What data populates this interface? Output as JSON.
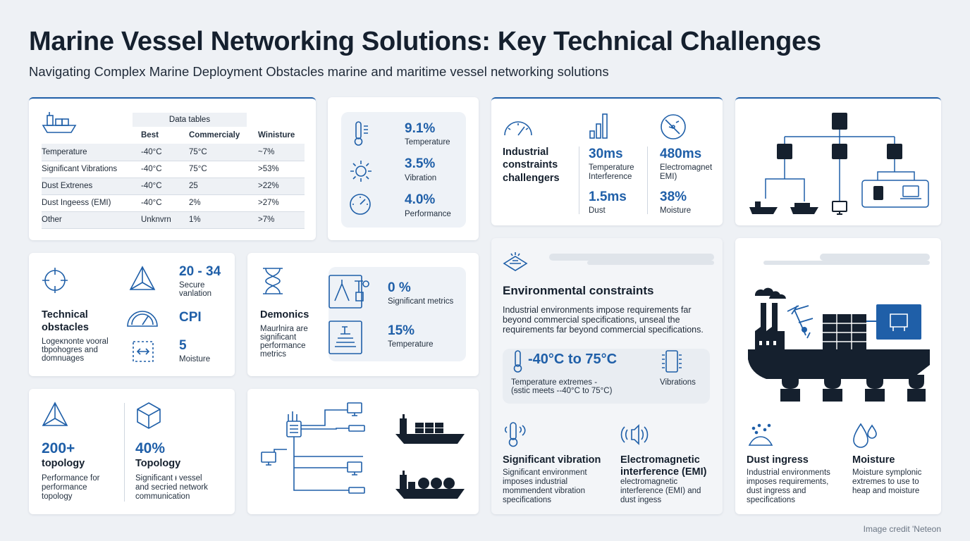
{
  "header": {
    "title": "Marine Vessel Networking Solutions: Key Technical Challenges",
    "subtitle": "Navigating Complex Marine Deployment Obstacles marine and maritime vessel networking solutions"
  },
  "table_card": {
    "title": "Data tables",
    "columns": [
      "Best",
      "Commercialy",
      "Winisture"
    ],
    "rows": [
      {
        "label": "Temperature",
        "c1": "-40°C",
        "c2": "75°C",
        "c3": "~7%"
      },
      {
        "label": "Significant Vibrations",
        "c1": "-40°C",
        "c2": "75°C",
        "c3": ">53%"
      },
      {
        "label": "Dust Extrenes",
        "c1": "-40°C",
        "c2": "25",
        "c3": ">22%"
      },
      {
        "label": "Dust Ingeess (EMI)",
        "c1": "-40°C",
        "c2": "2%",
        "c3": ">27%"
      },
      {
        "label": "Other",
        "c1": "Unknvrn",
        "c2": "1%",
        "c3": ">7%"
      }
    ]
  },
  "metrics_card": {
    "items": [
      {
        "value": "9.1%",
        "label": "Temperature"
      },
      {
        "value": "3.5%",
        "label": "Vibration"
      },
      {
        "value": "4.0%",
        "label": "Performance"
      }
    ]
  },
  "industrial_card": {
    "heading": [
      "Industrial",
      "constraints",
      "challengers"
    ],
    "m1": {
      "value": "30ms",
      "label": [
        "Temperature",
        "Interference"
      ]
    },
    "m2": {
      "value": "480ms",
      "label": [
        "Electromagnet",
        "EMI)"
      ]
    },
    "m3": {
      "value": "1.5ms",
      "label": [
        "Dust"
      ]
    },
    "m4": {
      "value": "38%",
      "label": [
        "Moisture"
      ]
    }
  },
  "tech_card": {
    "heading": [
      "Technical",
      "obstacles"
    ],
    "desc": [
      "Logeκnonte vooral",
      "tbpohogres and",
      "domnuages"
    ],
    "v1": "20 - 34",
    "v1_label": [
      "Secure",
      "vanlation"
    ],
    "v2": "CPI",
    "v3": "5",
    "v3_label": "Moisture"
  },
  "demonics_card": {
    "heading": "Demonics",
    "desc": [
      "Maurlnira are",
      "significant",
      "performance",
      "metrics"
    ],
    "m1": {
      "value": "0 %",
      "label": "Significant  metrics"
    },
    "m2": {
      "value": "15%",
      "label": "Temperature"
    }
  },
  "env_card": {
    "heading": "Environmental constraints",
    "desc": [
      "Industrial environments impose requirements far",
      "beyond commercial specifications, unseal the",
      "requirements far beyond commercial specifications."
    ],
    "range": "-40°C to 75°C",
    "range_label": [
      "Temperature extremes -",
      "(ᵴstic meets --40°C to 75°C)"
    ],
    "vib_label": "Vibrations",
    "col1": {
      "title": "Significant vibration",
      "desc": [
        "Significant environment",
        "imposes industrial",
        "mommendent vibration",
        "specifications"
      ]
    },
    "col2": {
      "title": [
        "Electromagnetic",
        "interference (EMI)"
      ],
      "desc": [
        "electromagnetic",
        "interference (EMI) and",
        "dust ingess"
      ]
    }
  },
  "topology_card": {
    "v1": "200+",
    "v1_title": "topology",
    "v1_desc": [
      "Performance for",
      "performance",
      "topology"
    ],
    "v2": "40%",
    "v2_title": "Topology",
    "v2_desc": [
      "Significant ᵻ vessel",
      "and secried network",
      "communication"
    ]
  },
  "ship_card": {
    "c1": {
      "title": "Dust ingress",
      "desc": [
        "Industrial environments",
        "imposes requirements,",
        "dust ingress and",
        "specifications"
      ]
    },
    "c2": {
      "title": "Moisture",
      "desc": [
        "Moisture symplonic",
        "extremes to use to",
        "heap and moisture"
      ]
    }
  },
  "credit": "Image credit 'Neteon",
  "colors": {
    "accent": "#1f5fa8",
    "text": "#15202e",
    "background": "#eef1f5"
  }
}
